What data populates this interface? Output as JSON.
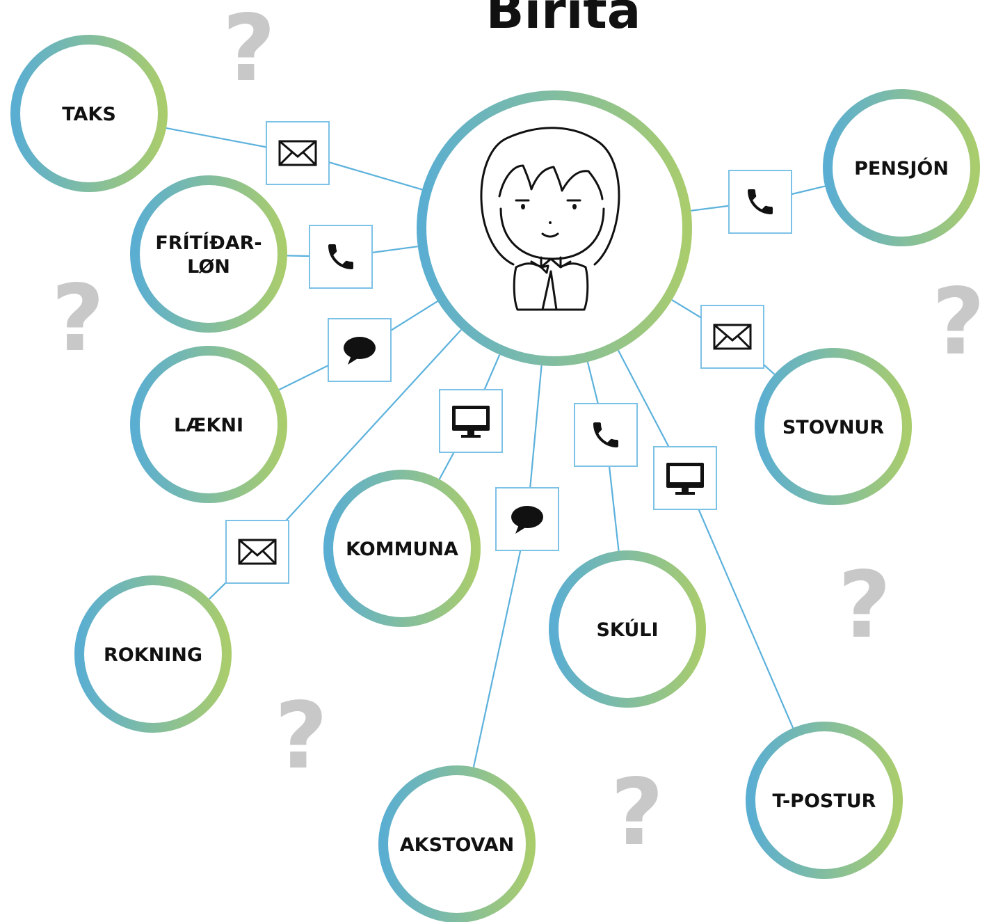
{
  "title": "Birita",
  "center": {
    "icon": "girl-avatar-icon"
  },
  "question_mark": "?",
  "colors": {
    "ring_start": "#5aaed2",
    "ring_end": "#a9cc6d",
    "connector": "#5bb1dc",
    "icon_box_border": "#7cc1e6",
    "question_mark": "#c8c8c8"
  },
  "nodes": [
    {
      "id": "taks",
      "lines": [
        "TAKS"
      ],
      "channel": "mail-icon"
    },
    {
      "id": "fritidarlon",
      "lines": [
        "FRÍTÍÐAR-",
        "LØN"
      ],
      "channel": "phone-icon"
    },
    {
      "id": "laekni",
      "lines": [
        "LÆKNI"
      ],
      "channel": "chat-icon"
    },
    {
      "id": "rokning",
      "lines": [
        "ROKNING"
      ],
      "channel": "mail-icon"
    },
    {
      "id": "kommuna",
      "lines": [
        "KOMMUNA"
      ],
      "channel": "monitor-icon"
    },
    {
      "id": "akstovan",
      "lines": [
        "AKSTOVAN"
      ],
      "channel": "chat-icon"
    },
    {
      "id": "skuli",
      "lines": [
        "SKÚLI"
      ],
      "channel": "phone-icon"
    },
    {
      "id": "t-postur",
      "lines": [
        "T-POSTUR"
      ],
      "channel": "monitor-icon"
    },
    {
      "id": "stovnur",
      "lines": [
        "STOVNUR"
      ],
      "channel": "mail-icon"
    },
    {
      "id": "pensjon",
      "lines": [
        "PENSJÓN"
      ],
      "channel": "phone-icon"
    }
  ]
}
